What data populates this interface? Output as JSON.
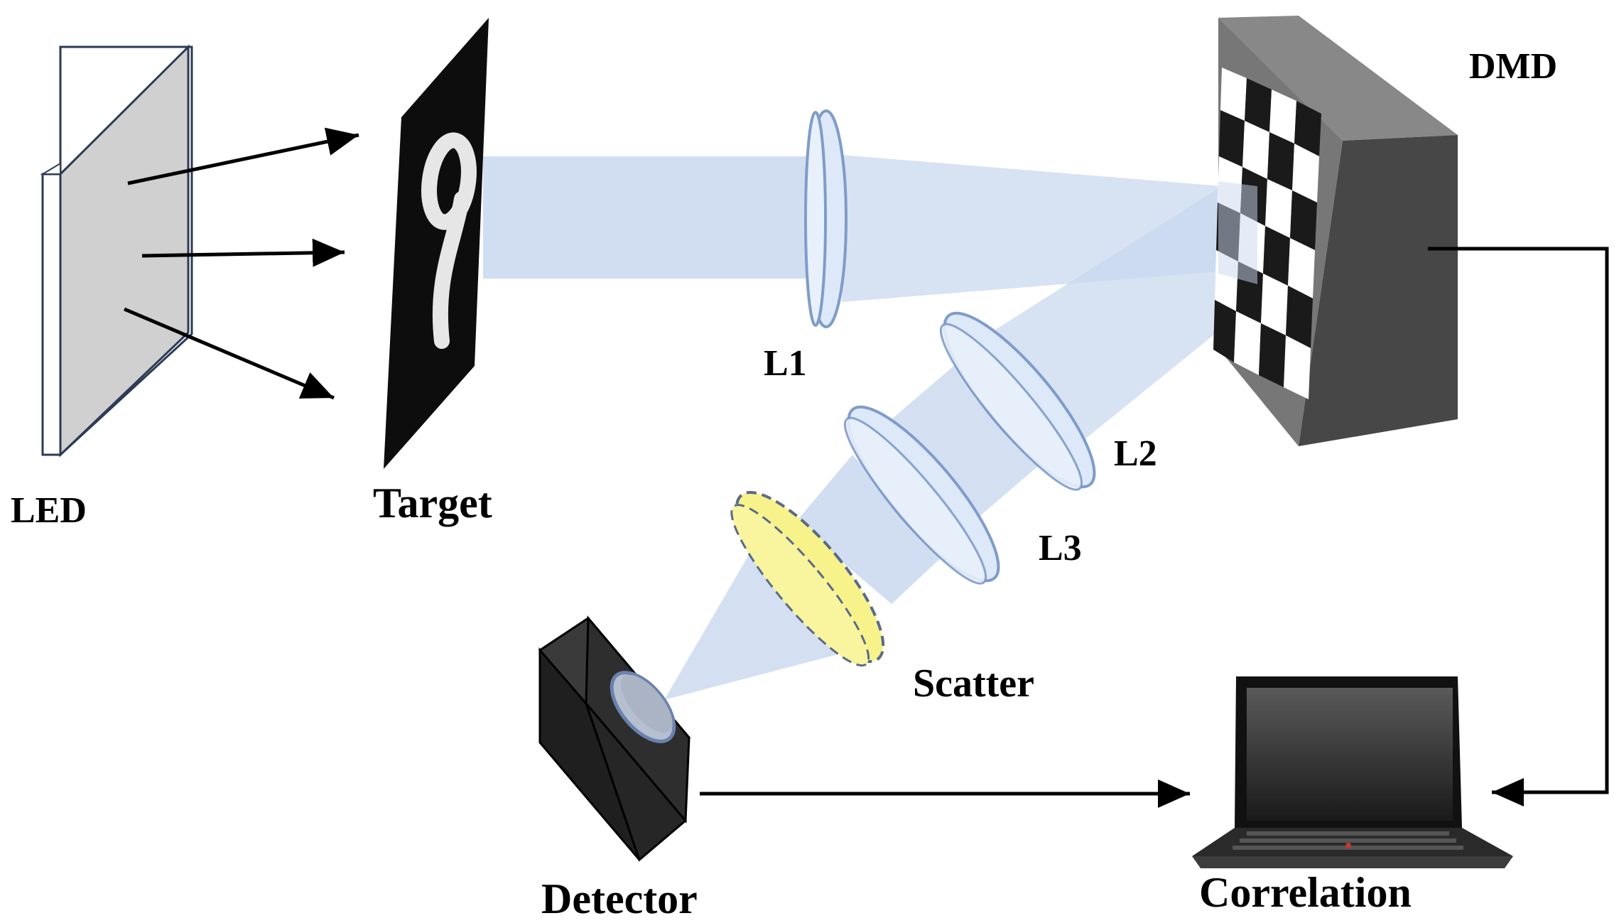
{
  "labels": {
    "led": "LED",
    "target": "Target",
    "l1": "L1",
    "l2": "L2",
    "l3": "L3",
    "dmd": "DMD",
    "scatter": "Scatter",
    "detector": "Detector",
    "correlation": "Correlation"
  },
  "colors": {
    "beam": "#c9d8ef",
    "lens_fill": "#dde8f8",
    "lens_stroke": "#7f9cc9",
    "scatter_fill": "#f7f38a",
    "led_panel": "#d0d0d0",
    "dmd_body": "#4d4d4d",
    "arrow": "#000000"
  },
  "icons": [
    "led-panel-icon",
    "target-digit-icon",
    "lens-icon",
    "dmd-mirror-array-icon",
    "scatter-medium-icon",
    "detector-camera-icon",
    "laptop-icon"
  ]
}
